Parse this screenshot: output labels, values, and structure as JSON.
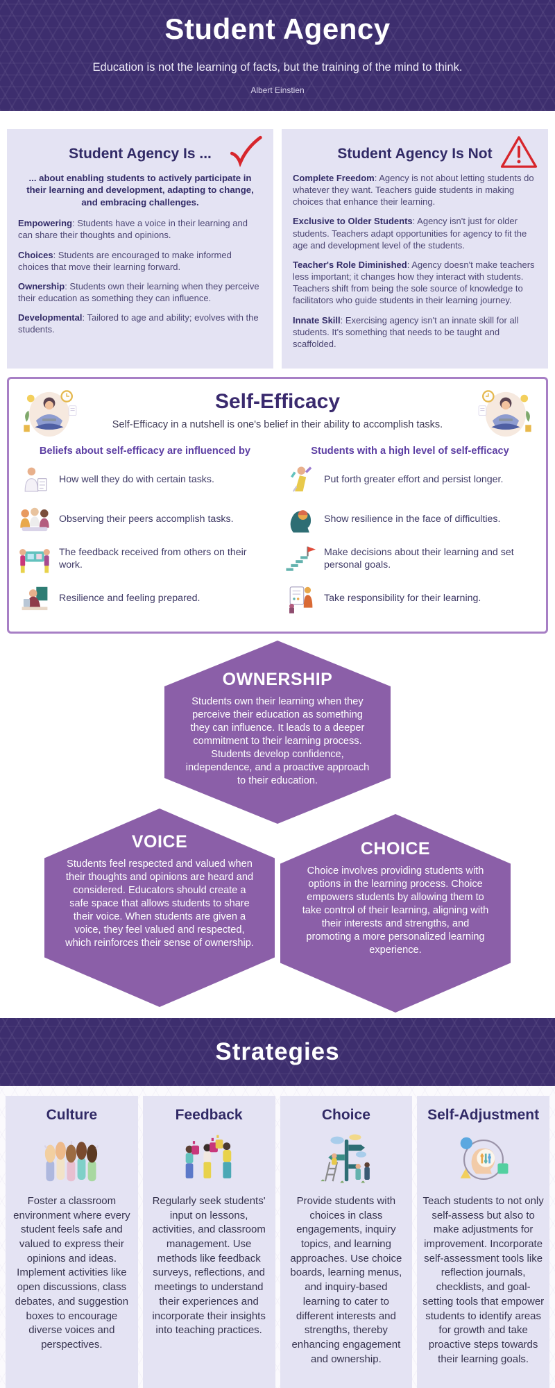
{
  "header": {
    "title": "Student Agency",
    "quote": "Education is not the learning of facts, but the training of the mind to think.",
    "attribution": "Albert Einstien"
  },
  "is_box": {
    "title": "Student Agency Is ...",
    "icon": "checkmark-icon",
    "intro": "... about enabling students to actively participate in their learning and development, adapting to change, and embracing challenges.",
    "items": [
      {
        "term": "Empowering",
        "desc": ": Students have a voice in their learning and can share their thoughts and opinions."
      },
      {
        "term": "Choices",
        "desc": ": Students are encouraged to make informed choices that move their learning forward."
      },
      {
        "term": "Ownership",
        "desc": ": Students own their learning when they perceive their education as something they can influence."
      },
      {
        "term": "Developmental",
        "desc": ": Tailored to age and ability; evolves with the students."
      }
    ]
  },
  "is_not_box": {
    "title": "Student Agency Is Not",
    "icon": "warning-icon",
    "items": [
      {
        "term": "Complete Freedom",
        "desc": ": Agency is not about letting students do whatever they want. Teachers guide students in making choices that enhance their learning."
      },
      {
        "term": "Exclusive to Older Students",
        "desc": ": Agency isn't just for older students. Teachers adapt opportunities for agency to fit the age and development level of the students."
      },
      {
        "term": "Teacher's Role Diminished",
        "desc": ": Agency doesn't make teachers less important; it changes how they interact with students. Teachers shift from being the sole source of knowledge to facilitators who guide students in their learning journey."
      },
      {
        "term": "Innate Skill",
        "desc": ": Exercising agency isn't an innate skill for all students. It's something that needs to be taught and scaffolded."
      }
    ]
  },
  "self_efficacy": {
    "title": "Self-Efficacy",
    "subtitle": "Self-Efficacy in a nutshell is one's belief in their ability to accomplish tasks.",
    "left": {
      "heading": "Beliefs about self-efficacy are influenced by",
      "items": [
        {
          "icon": "task-performance-icon",
          "text": "How well they do with certain tasks."
        },
        {
          "icon": "peers-icon",
          "text": "Observing their peers accomplish tasks."
        },
        {
          "icon": "feedback-board-icon",
          "text": "The feedback received from others on their work."
        },
        {
          "icon": "prepared-study-icon",
          "text": "Resilience and feeling prepared."
        }
      ]
    },
    "right": {
      "heading": "Students with a high level of self-efficacy",
      "items": [
        {
          "icon": "effort-icon",
          "text": "Put forth greater effort and persist longer."
        },
        {
          "icon": "resilience-mind-icon",
          "text": "Show resilience in the face of difficulties."
        },
        {
          "icon": "goal-stairs-icon",
          "text": "Make decisions about their learning and set personal goals."
        },
        {
          "icon": "responsibility-icon",
          "text": "Take responsibility for their learning."
        }
      ]
    }
  },
  "hexagons": [
    {
      "title": "OWNERSHIP",
      "text": "Students own their learning when they perceive their education as something they can influence. It leads to a deeper commitment to their learning process. Students develop confidence, independence, and a proactive approach to their education."
    },
    {
      "title": "VOICE",
      "text": "Students feel respected and valued when their thoughts and opinions are heard and considered. Educators should create a safe space that allows students to share their voice. When students are given a voice, they feel valued and respected, which reinforces their sense of ownership."
    },
    {
      "title": "CHOICE",
      "text": "Choice involves providing students with options in the learning process. Choice empowers students by allowing them to take control of their learning, aligning with their interests and strengths, and promoting a more personalized learning experience."
    }
  ],
  "strategies": {
    "title": "Strategies",
    "cards": [
      {
        "title": "Culture",
        "icon": "raised-hands-icon",
        "text": "Foster a classroom environment where every student feels safe and valued to express their opinions and ideas. Implement activities like open discussions, class debates, and suggestion boxes to encourage diverse voices and perspectives."
      },
      {
        "title": "Feedback",
        "icon": "thumbs-up-people-icon",
        "text": "Regularly seek students' input on lessons, activities, and classroom management. Use methods like feedback surveys, reflections, and meetings to understand their experiences and incorporate their insights into teaching practices."
      },
      {
        "title": "Choice",
        "icon": "signpost-icon",
        "text": "Provide students with choices in class engagements, inquiry topics, and learning approaches. Use choice boards, learning menus, and inquiry-based learning to cater to different interests and strengths, thereby enhancing engagement and ownership."
      },
      {
        "title": "Self-Adjustment",
        "icon": "head-sliders-icon",
        "text": "Teach students to not only self-assess but also to make adjustments for improvement. Incorporate self-assessment tools like reflection journals, checklists, and goal-setting tools that empower students to identify areas for growth and take proactive steps towards their learning goals."
      }
    ]
  },
  "colors": {
    "header_bg": "#3D2E6E",
    "panel_bg": "#E4E3F3",
    "hexagon_purple": "#8B5FA8",
    "accent_red": "#D7262C",
    "self_efficacy_border": "#A77FC5",
    "heading_dark": "#312A66",
    "column_heading_purple": "#5D3FA3"
  }
}
